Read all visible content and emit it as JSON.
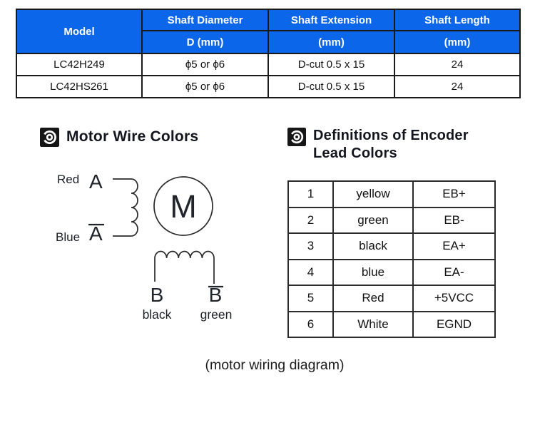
{
  "page": {
    "background": "#ffffff",
    "caption": "(motor wiring diagram)"
  },
  "colors": {
    "table_header_bg": "#0c66ea",
    "table_header_text": "#ffffff",
    "border": "#1a1a1a",
    "heading_text": "#14161f"
  },
  "spec_table": {
    "columns": [
      {
        "title": "Model",
        "subtitle": ""
      },
      {
        "title": "Shaft Diameter",
        "subtitle": "D (mm)"
      },
      {
        "title": "Shaft Extension",
        "subtitle": "(mm)"
      },
      {
        "title": "Shaft Length",
        "subtitle": "(mm)"
      }
    ],
    "rows": [
      {
        "model": "LC42H249",
        "shaft_diameter": "ϕ5 or ϕ6",
        "shaft_extension": "D-cut 0.5 x 15",
        "shaft_length": "24"
      },
      {
        "model": "LC42HS261",
        "shaft_diameter": "ϕ5 or ϕ6",
        "shaft_extension": "D-cut 0.5 x 15",
        "shaft_length": "24"
      }
    ]
  },
  "motor_section": {
    "icon": "rotation-target-icon",
    "title": "Motor Wire Colors",
    "diagram": {
      "phase_a_top_color": "Red",
      "phase_a_top_terminal": "A",
      "phase_a_bottom_color": "Blue",
      "phase_a_bottom_terminal": "A",
      "motor_symbol": "M",
      "phase_b_left_terminal": "B",
      "phase_b_left_color": "black",
      "phase_b_right_terminal": "B",
      "phase_b_right_color": "green"
    }
  },
  "encoder_section": {
    "icon": "rotation-target-icon",
    "title_line1": "Definitions of Encoder",
    "title_line2": "Lead Colors",
    "rows": [
      {
        "pin": "1",
        "color": "yellow",
        "signal": "EB+"
      },
      {
        "pin": "2",
        "color": "green",
        "signal": "EB-"
      },
      {
        "pin": "3",
        "color": "black",
        "signal": "EA+"
      },
      {
        "pin": "4",
        "color": "blue",
        "signal": "EA-"
      },
      {
        "pin": "5",
        "color": "Red",
        "signal": "+5VCC"
      },
      {
        "pin": "6",
        "color": "White",
        "signal": "EGND"
      }
    ]
  }
}
